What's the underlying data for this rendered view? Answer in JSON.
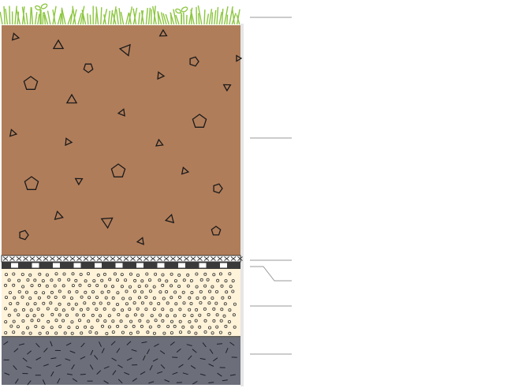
{
  "diagram": {
    "type": "soil-layer-cross-section",
    "layers": [
      {
        "id": "grass",
        "pattern": "grass-blades",
        "color": "#8cc63f"
      },
      {
        "id": "topsoil",
        "pattern": "rock-fragments",
        "color": "#b07d5a"
      },
      {
        "id": "mesh",
        "pattern": "cross-mesh",
        "color": "#ffffff"
      },
      {
        "id": "drainage",
        "pattern": "checker-band",
        "color": "#3a3a3a"
      },
      {
        "id": "sand",
        "pattern": "small-circles",
        "color": "#fff3d9"
      },
      {
        "id": "subsoil",
        "pattern": "dashes",
        "color": "#6c6e7a"
      }
    ],
    "leader_lines": [
      "grass",
      "topsoil",
      "mesh",
      "drainage",
      "sand",
      "subsoil"
    ],
    "labels": []
  }
}
